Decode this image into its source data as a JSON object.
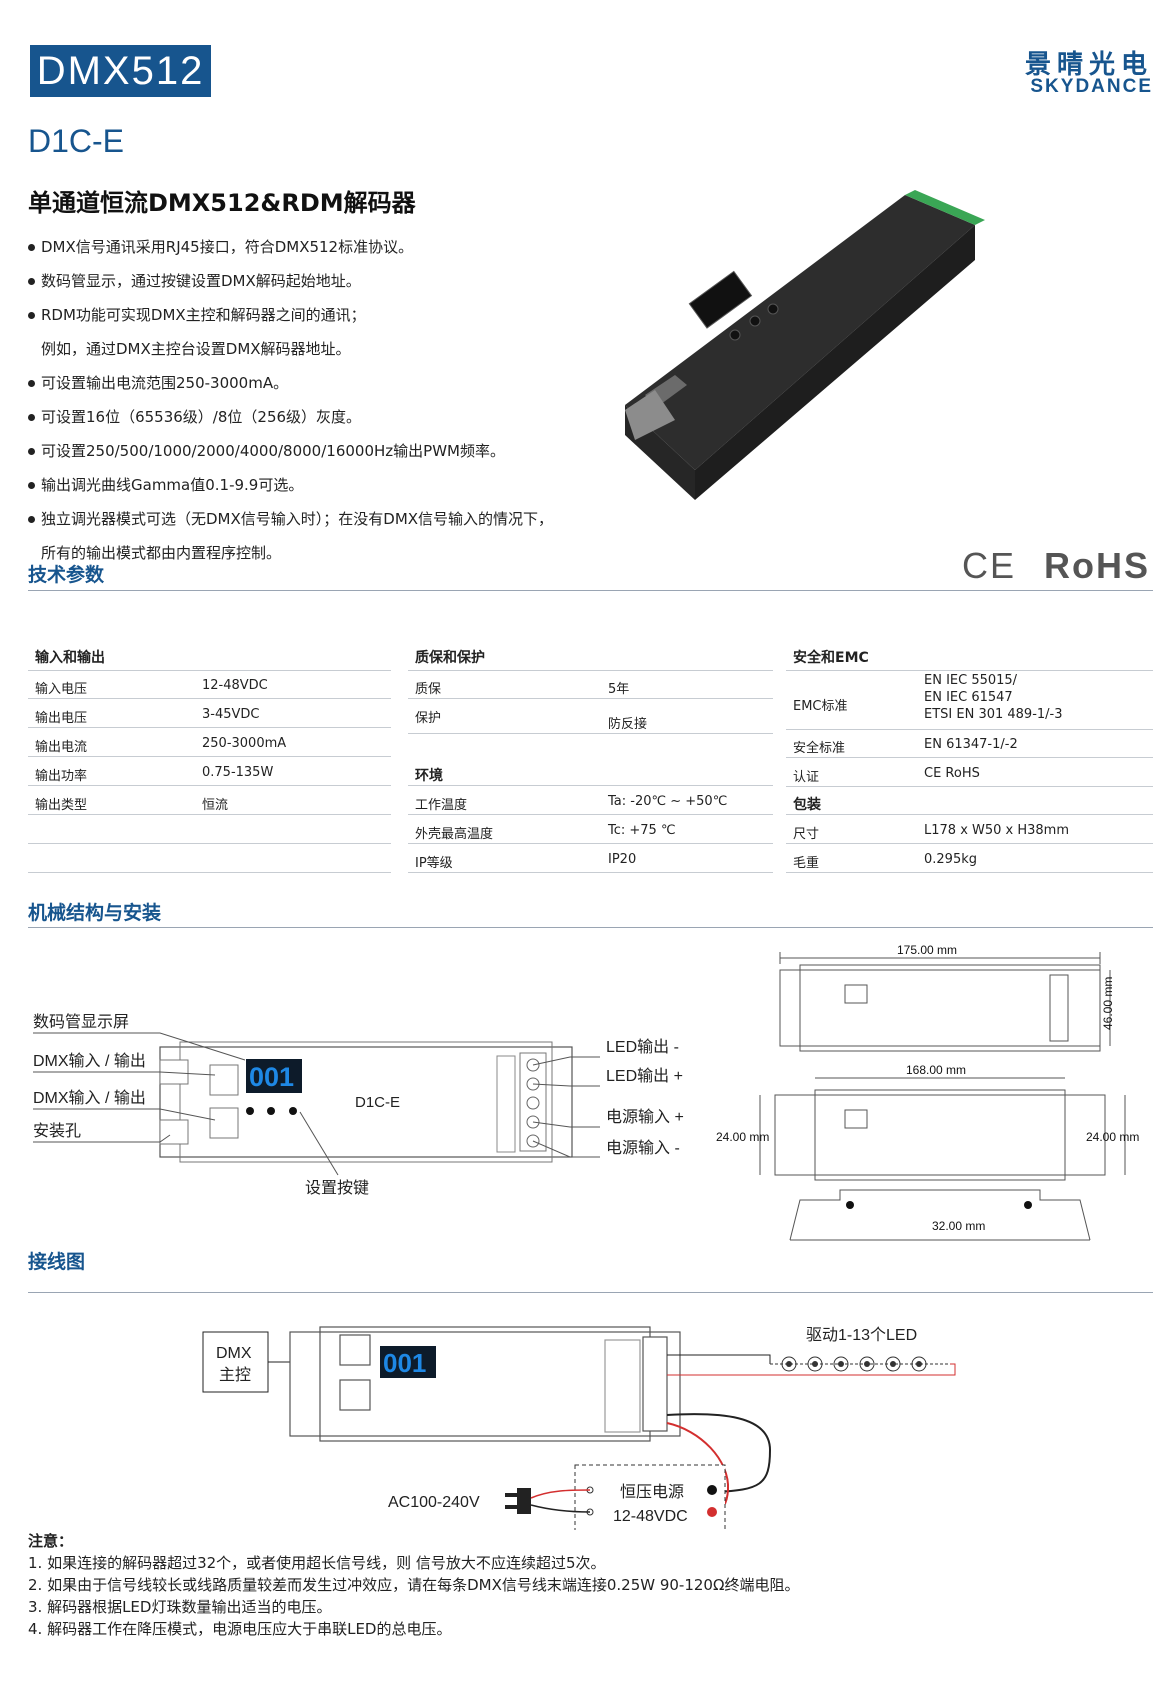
{
  "header": {
    "badge": "DMX512",
    "logo_cn": "景晴光电",
    "logo_en": "SKYDANCE",
    "model": "D1C-E",
    "title": "单通道恒流DMX512&RDM解码器"
  },
  "features": [
    "DMX信号通讯采用RJ45接口，符合DMX512标准协议。",
    "数码管显示，通过按键设置DMX解码起始地址。",
    "RDM功能可实现DMX主控和解码器之间的通讯；",
    "例如，通过DMX主控台设置DMX解码器地址。",
    "可设置输出电流范围250-3000mA。",
    "可设置16位（65536级）/8位（256级）灰度。",
    "可设置250/500/1000/2000/4000/8000/16000Hz输出PWM频率。",
    "输出调光曲线Gamma值0.1-9.9可选。",
    "独立调光器模式可选（无DMX信号输入时）；在没有DMX信号输入的情况下，",
    "所有的输出模式都由内置程序控制。"
  ],
  "certs": {
    "ce": "CE",
    "rohs": "RoHS"
  },
  "sections": {
    "specs": "技术参数",
    "mechanical": "机械结构与安装",
    "wiring": "接线图"
  },
  "specs": {
    "io": {
      "title": "输入和输出",
      "rows": [
        [
          "输入电压",
          "12-48VDC"
        ],
        [
          "输出电压",
          "3-45VDC"
        ],
        [
          "输出电流",
          "250-3000mA"
        ],
        [
          "输出功率",
          "0.75-135W"
        ],
        [
          "输出类型",
          "恒流"
        ]
      ]
    },
    "warranty": {
      "title": "质保和保护",
      "rows": [
        [
          "质保",
          "5年"
        ],
        [
          "保护",
          "防反接"
        ]
      ],
      "env_title": "环境",
      "env_rows": [
        [
          "工作温度",
          "Ta: -20℃ ~ +50℃"
        ],
        [
          "外壳最高温度",
          "Tc: +75 ℃"
        ],
        [
          "IP等级",
          "IP20"
        ]
      ]
    },
    "safety": {
      "title": "安全和EMC",
      "emc_label": "EMC标准",
      "emc_values": [
        "EN IEC 55015/",
        "EN IEC 61547",
        "ETSI EN 301 489-1/-3"
      ],
      "rows": [
        [
          "安全标准",
          "EN 61347-1/-2"
        ],
        [
          "认证",
          "CE RoHS"
        ]
      ],
      "pack_title": "包装",
      "pack_rows": [
        [
          "尺寸",
          "L178 x W50 x H38mm"
        ],
        [
          "毛重",
          "0.295kg"
        ]
      ]
    }
  },
  "mechanical": {
    "labels": {
      "display": "数码管显示屏",
      "dmx_io_1": "DMX输入 / 输出",
      "dmx_io_2": "DMX输入 / 输出",
      "mount": "安装孔",
      "keys": "设置按键",
      "led_minus": "LED输出 -",
      "led_plus": "LED输出 +",
      "pwr_plus": "电源输入 +",
      "pwr_minus": "电源输入 -",
      "device": "D1C-E",
      "digits": "001"
    },
    "dims": {
      "d175": "175.00 mm",
      "d46": "46.00 mm",
      "d168": "168.00 mm",
      "d24a": "24.00 mm",
      "d24b": "24.00 mm",
      "d32": "32.00 mm"
    }
  },
  "wiring": {
    "dmx_box": [
      "DMX",
      "主控"
    ],
    "led_label": "驱动1-13个LED",
    "psu": [
      "恒压电源",
      "12-48VDC"
    ],
    "ac": "AC100-240V",
    "digits": "001"
  },
  "notes": {
    "title": "注意：",
    "items": [
      "1. 如果连接的解码器超过32个，或者使用超长信号线，则 信号放大不应连续超过5次。",
      "2. 如果由于信号线较长或线路质量较差而发生过冲效应，请在每条DMX信号线末端连接0.25W 90-120Ω终端电阻。",
      "3. 解码器根据LED灯珠数量输出适当的电压。",
      "4. 解码器工作在降压模式，电源电压应大于串联LED的总电压。"
    ]
  },
  "colors": {
    "brand": "#17558e",
    "digit": "#1e88e5",
    "wire_red": "#d32f2f"
  }
}
